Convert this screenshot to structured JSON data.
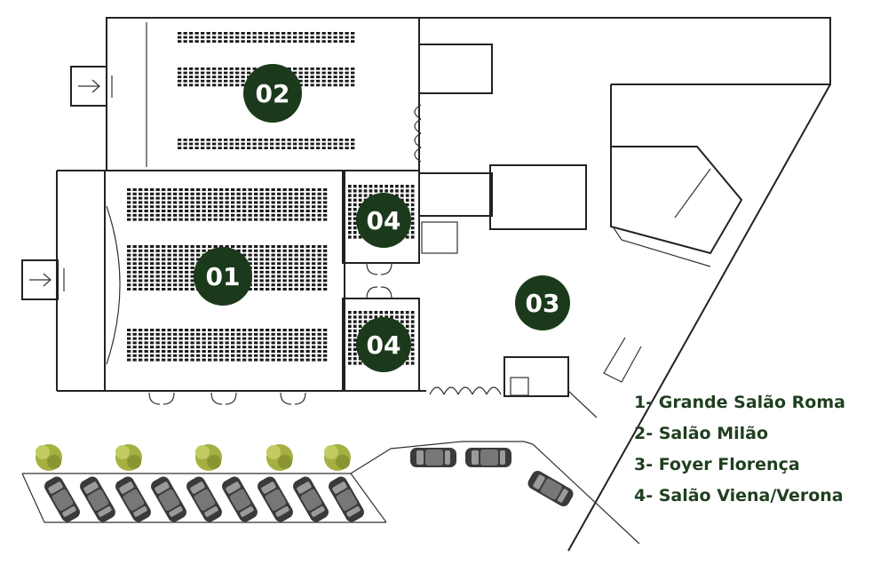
{
  "colors": {
    "marker_fill": "#1b3a1b",
    "marker_text": "#ffffff",
    "legend_text": "#1f3f1f",
    "wall": "#222222",
    "seat": "#1a1a1a",
    "car_body": "#3a3a3a",
    "tree": "#a5b040"
  },
  "markers": {
    "room_01": "01",
    "room_02": "02",
    "room_03": "03",
    "room_04a": "04",
    "room_04b": "04"
  },
  "legend": [
    "1- Grande Salão Roma",
    "2- Salão Milão",
    "3- Foyer Florença",
    "4- Salão Viena/Verona"
  ],
  "icons": [
    "arrow-icon",
    "car-icon",
    "tree-icon",
    "door-icon",
    "seat-icon"
  ]
}
